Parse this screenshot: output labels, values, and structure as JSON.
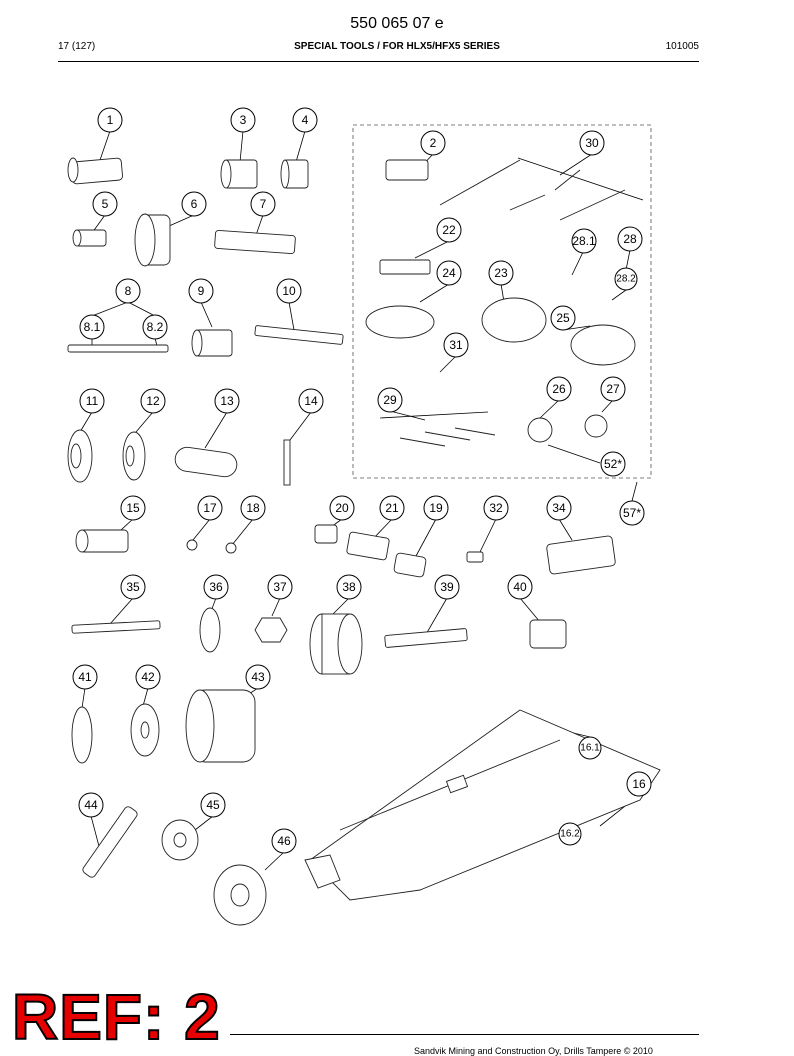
{
  "document": {
    "number": "550 065 07 e",
    "page_label": "17 (127)",
    "title": "SPECIAL TOOLS / FOR HLX5/HFX5 SERIES",
    "code": "101005"
  },
  "callouts": [
    "1",
    "3",
    "4",
    "2",
    "30",
    "5",
    "6",
    "7",
    "22",
    "28.1",
    "28",
    "24",
    "23",
    "28.2",
    "8",
    "9",
    "10",
    "25",
    "8.1",
    "8.2",
    "31",
    "26",
    "27",
    "11",
    "12",
    "13",
    "14",
    "29",
    "52*",
    "57*",
    "15",
    "17",
    "18",
    "20",
    "21",
    "19",
    "32",
    "34",
    "35",
    "36",
    "37",
    "38",
    "39",
    "40",
    "41",
    "42",
    "43",
    "16.1",
    "16",
    "44",
    "45",
    "46",
    "16.2"
  ],
  "stamp": "REF: 2",
  "footer": "Sandvik Mining and Construction Oy, Drills Tampere © 2010"
}
